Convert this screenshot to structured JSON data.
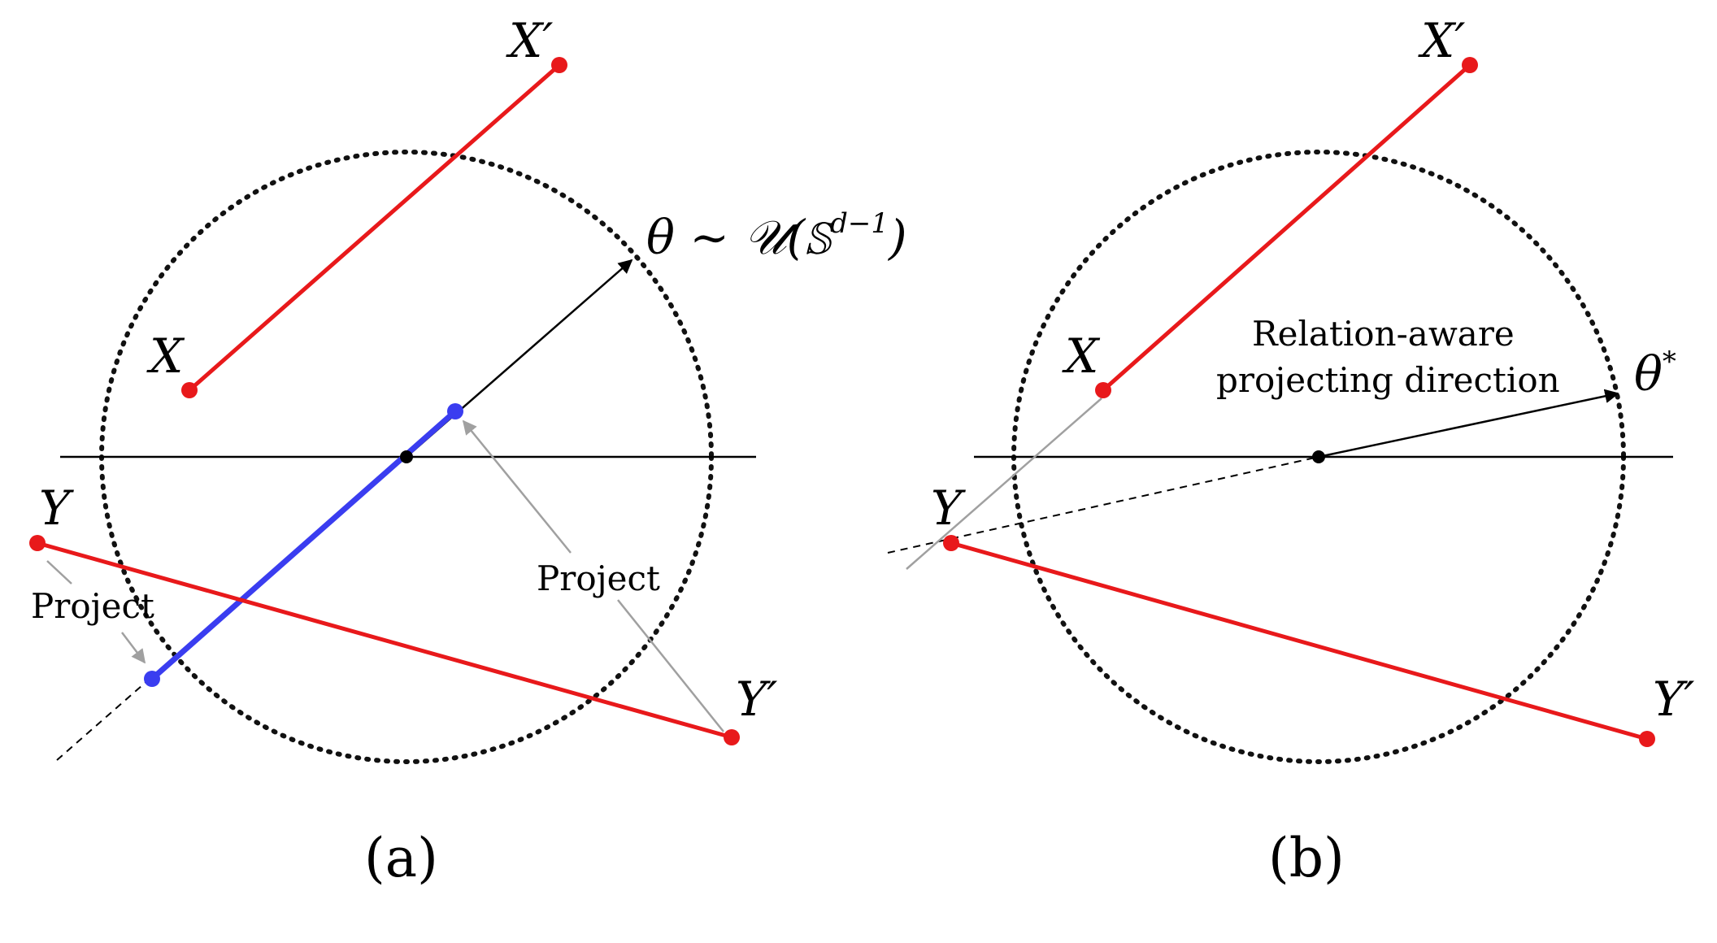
{
  "colors": {
    "segment": "#e8191b",
    "projection": "#3a3df0",
    "guide": "#a0a0a0",
    "axis": "#000000"
  },
  "panel_a": {
    "label_x": "X",
    "label_x_prime": "X′",
    "label_y": "Y",
    "label_y_prime": "Y′",
    "theta_label_prefix": "θ ∼ 𝒰(𝕊",
    "theta_label_sup": "d−1",
    "theta_label_suffix": ")",
    "project_left": "Project",
    "project_right": "Project",
    "caption": "(a)"
  },
  "panel_b": {
    "label_x": "X",
    "label_x_prime": "X′",
    "label_y": "Y",
    "label_y_prime": "Y′",
    "direction_line1": "Relation-aware",
    "direction_line2": "projecting direction",
    "theta_star_prefix": "θ",
    "theta_star_sup": "*",
    "caption": "(b)"
  }
}
